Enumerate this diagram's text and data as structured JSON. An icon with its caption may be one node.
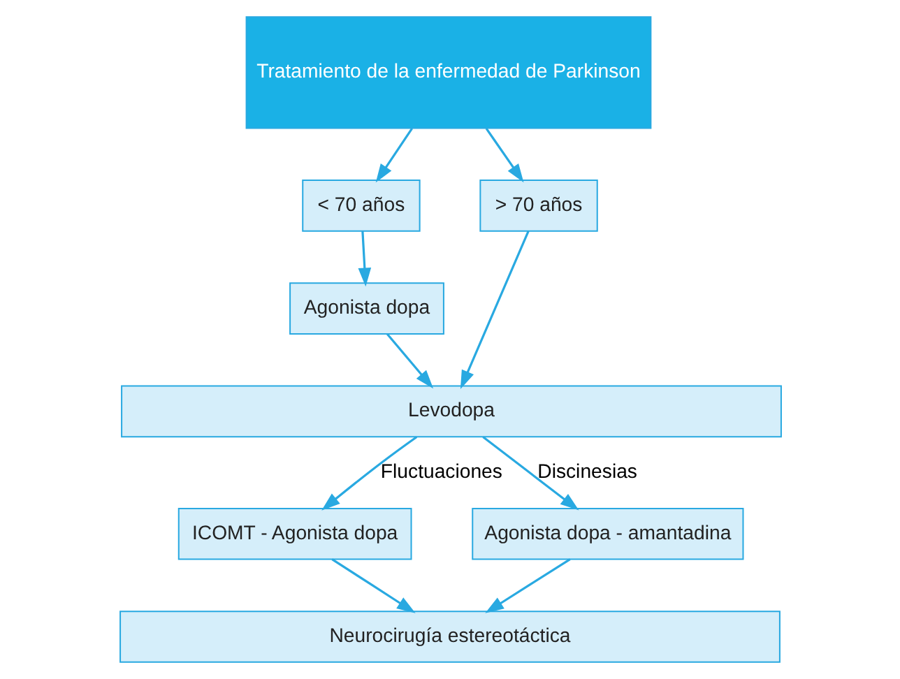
{
  "diagram": {
    "nodes": [
      {
        "text": [
          "Tratamiento de la enfermedad de Parkinson"
        ]
      },
      {
        "text": [
          "< 70 años"
        ]
      },
      {
        "text": [
          "> 70 años"
        ]
      },
      {
        "text": [
          "Agonista dopa"
        ]
      },
      {
        "text": [
          "Levodopa"
        ]
      },
      {
        "text": [
          "ICOMT - Agonista dopa"
        ]
      },
      {
        "text": [
          "Agonista dopa - amantadina"
        ]
      },
      {
        "text": [
          "Neurocirugía estereotáctica"
        ]
      }
    ],
    "edges": [
      {
        "from": 0,
        "to": 1,
        "arrow": "to"
      },
      {
        "from": 0,
        "to": 2,
        "arrow": "to"
      },
      {
        "from": 1,
        "to": 3,
        "arrow": "to"
      },
      {
        "from": 3,
        "to": 4,
        "arrow": "to"
      },
      {
        "from": 2,
        "to": 4,
        "arrow": "to"
      },
      {
        "from": 4,
        "to": 5,
        "arrow": "to",
        "label": "Fluctuaciones"
      },
      {
        "from": 4,
        "to": 6,
        "arrow": "to",
        "label": "Discinesias"
      },
      {
        "from": 5,
        "to": 7,
        "arrow": "to"
      },
      {
        "from": 6,
        "to": 7,
        "arrow": "to"
      }
    ]
  }
}
